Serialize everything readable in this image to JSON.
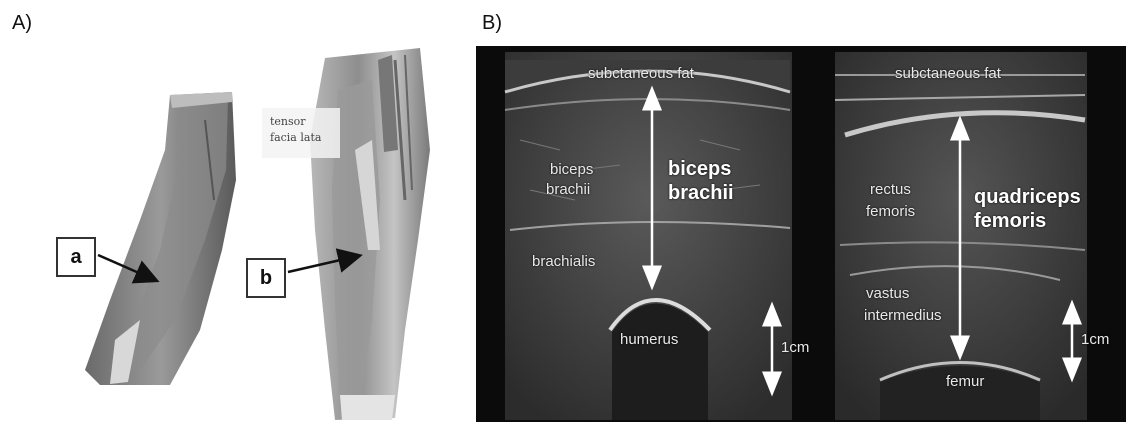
{
  "panel_a": {
    "label": "A)",
    "box_a": "a",
    "box_b": "b",
    "tensor_line1": "tensor",
    "tensor_line2": "facia lata"
  },
  "panel_b": {
    "label": "B)",
    "left": {
      "subcutaneous": "subctaneous fat",
      "muscle_line1": "biceps",
      "muscle_line2": "brachii",
      "big_line1": "biceps",
      "big_line2": "brachii",
      "brachialis": "brachialis",
      "bone": "humerus",
      "scale": "1cm"
    },
    "right": {
      "subcutaneous": "subctaneous fat",
      "muscle_line1": "rectus",
      "muscle_line2": "femoris",
      "big_line1": "quadriceps",
      "big_line2": "femoris",
      "deep_line1": "vastus",
      "deep_line2": "intermedius",
      "bone": "femur",
      "scale": "1cm"
    }
  }
}
